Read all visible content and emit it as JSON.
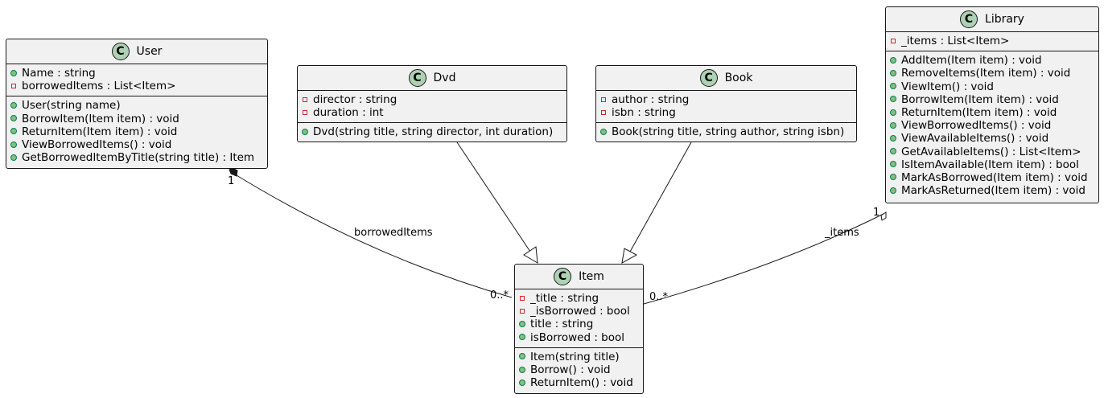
{
  "classes": {
    "user": {
      "icon": "C",
      "name": "User",
      "attributes": [
        {
          "vis": "public",
          "text": "Name : string"
        },
        {
          "vis": "private",
          "text": "borrowedItems : List<Item>"
        }
      ],
      "methods": [
        {
          "vis": "public",
          "text": "User(string name)"
        },
        {
          "vis": "public",
          "text": "BorrowItem(Item item) : void"
        },
        {
          "vis": "public",
          "text": "ReturnItem(Item item) : void"
        },
        {
          "vis": "public",
          "text": "ViewBorrowedItems() : void"
        },
        {
          "vis": "public",
          "text": "GetBorrowedItemByTitle(string title) : Item"
        }
      ]
    },
    "dvd": {
      "icon": "C",
      "name": "Dvd",
      "attributes": [
        {
          "vis": "private",
          "text": "director : string"
        },
        {
          "vis": "private",
          "text": "duration : int"
        }
      ],
      "methods": [
        {
          "vis": "public",
          "text": "Dvd(string title, string director, int duration)"
        }
      ]
    },
    "book": {
      "icon": "C",
      "name": "Book",
      "attributes": [
        {
          "vis": "private",
          "text": "author : string"
        },
        {
          "vis": "private",
          "text": "isbn : string"
        }
      ],
      "methods": [
        {
          "vis": "public",
          "text": "Book(string title, string author, string isbn)"
        }
      ]
    },
    "library": {
      "icon": "C",
      "name": "Library",
      "attributes": [
        {
          "vis": "private",
          "text": "_items : List<Item>"
        }
      ],
      "methods": [
        {
          "vis": "public",
          "text": "AddItem(Item item) : void"
        },
        {
          "vis": "public",
          "text": "RemoveItems(Item item) : void"
        },
        {
          "vis": "public",
          "text": "ViewItem() : void"
        },
        {
          "vis": "public",
          "text": "BorrowItem(Item item) : void"
        },
        {
          "vis": "public",
          "text": "ReturnItem(Item item) : void"
        },
        {
          "vis": "public",
          "text": "ViewBorrowedItems() : void"
        },
        {
          "vis": "public",
          "text": "ViewAvailableItems() : void"
        },
        {
          "vis": "public",
          "text": "GetAvailableItems() : List<Item>"
        },
        {
          "vis": "public",
          "text": "IsItemAvailable(Item item) : bool"
        },
        {
          "vis": "public",
          "text": "MarkAsBorrowed(Item item) : void"
        },
        {
          "vis": "public",
          "text": "MarkAsReturned(Item item) : void"
        }
      ]
    },
    "item": {
      "icon": "C",
      "name": "Item",
      "attributes": [
        {
          "vis": "private",
          "text": "_title : string"
        },
        {
          "vis": "private",
          "text": "_isBorrowed : bool"
        },
        {
          "vis": "public",
          "text": "title : string"
        },
        {
          "vis": "public",
          "text": "isBorrowed : bool"
        }
      ],
      "methods": [
        {
          "vis": "public",
          "text": "Item(string title)"
        },
        {
          "vis": "public",
          "text": "Borrow() : void"
        },
        {
          "vis": "public",
          "text": "ReturnItem() : void"
        }
      ]
    }
  },
  "relations": {
    "user_item": {
      "type": "composition",
      "label": "borrowedItems",
      "from_mult": "1",
      "to_mult": "0..*"
    },
    "library_item": {
      "type": "aggregation",
      "label": "_items",
      "from_mult": "1",
      "to_mult": "0..*"
    },
    "dvd_item": {
      "type": "inheritance"
    },
    "book_item": {
      "type": "inheritance"
    }
  },
  "colors": {
    "box_fill": "#f1f1f1",
    "border": "#181818",
    "icon_fill": "#add1b2",
    "private_marker": "#c82930",
    "public_marker_fill": "#84be84",
    "public_marker_border": "#038048"
  }
}
